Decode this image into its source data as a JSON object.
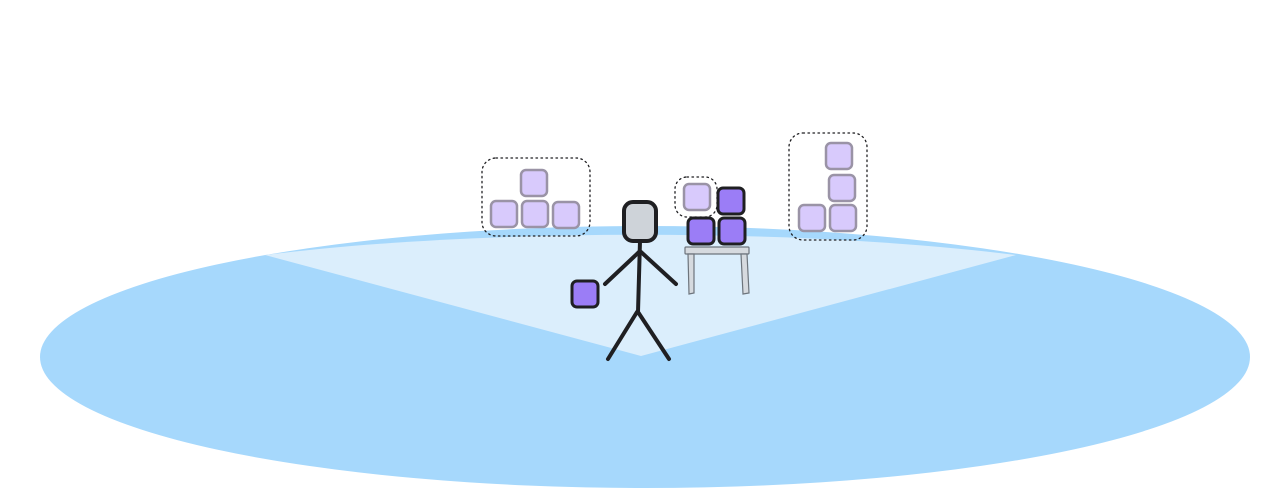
{
  "colors": {
    "background": "#ffffff",
    "floor": "#a6d8fc",
    "view_cone": "#dbeefc",
    "block_held": "#9b7df6",
    "block_ghost": "#d8cafc",
    "ink": "#1f1f22",
    "ghost_outline": "#9a93a6",
    "head_fill": "#ced3d9",
    "table": "#d6dadf",
    "table_outline": "#6d747c"
  },
  "scene": {
    "subject": "stick-figure",
    "held_block": 1,
    "table_stack": {
      "solid_blocks": 3,
      "ghost_blocks": 1
    },
    "ghost_groups": [
      {
        "name": "left-t-shape",
        "blocks": 4
      },
      {
        "name": "right-l-shape",
        "blocks": 4
      }
    ]
  }
}
